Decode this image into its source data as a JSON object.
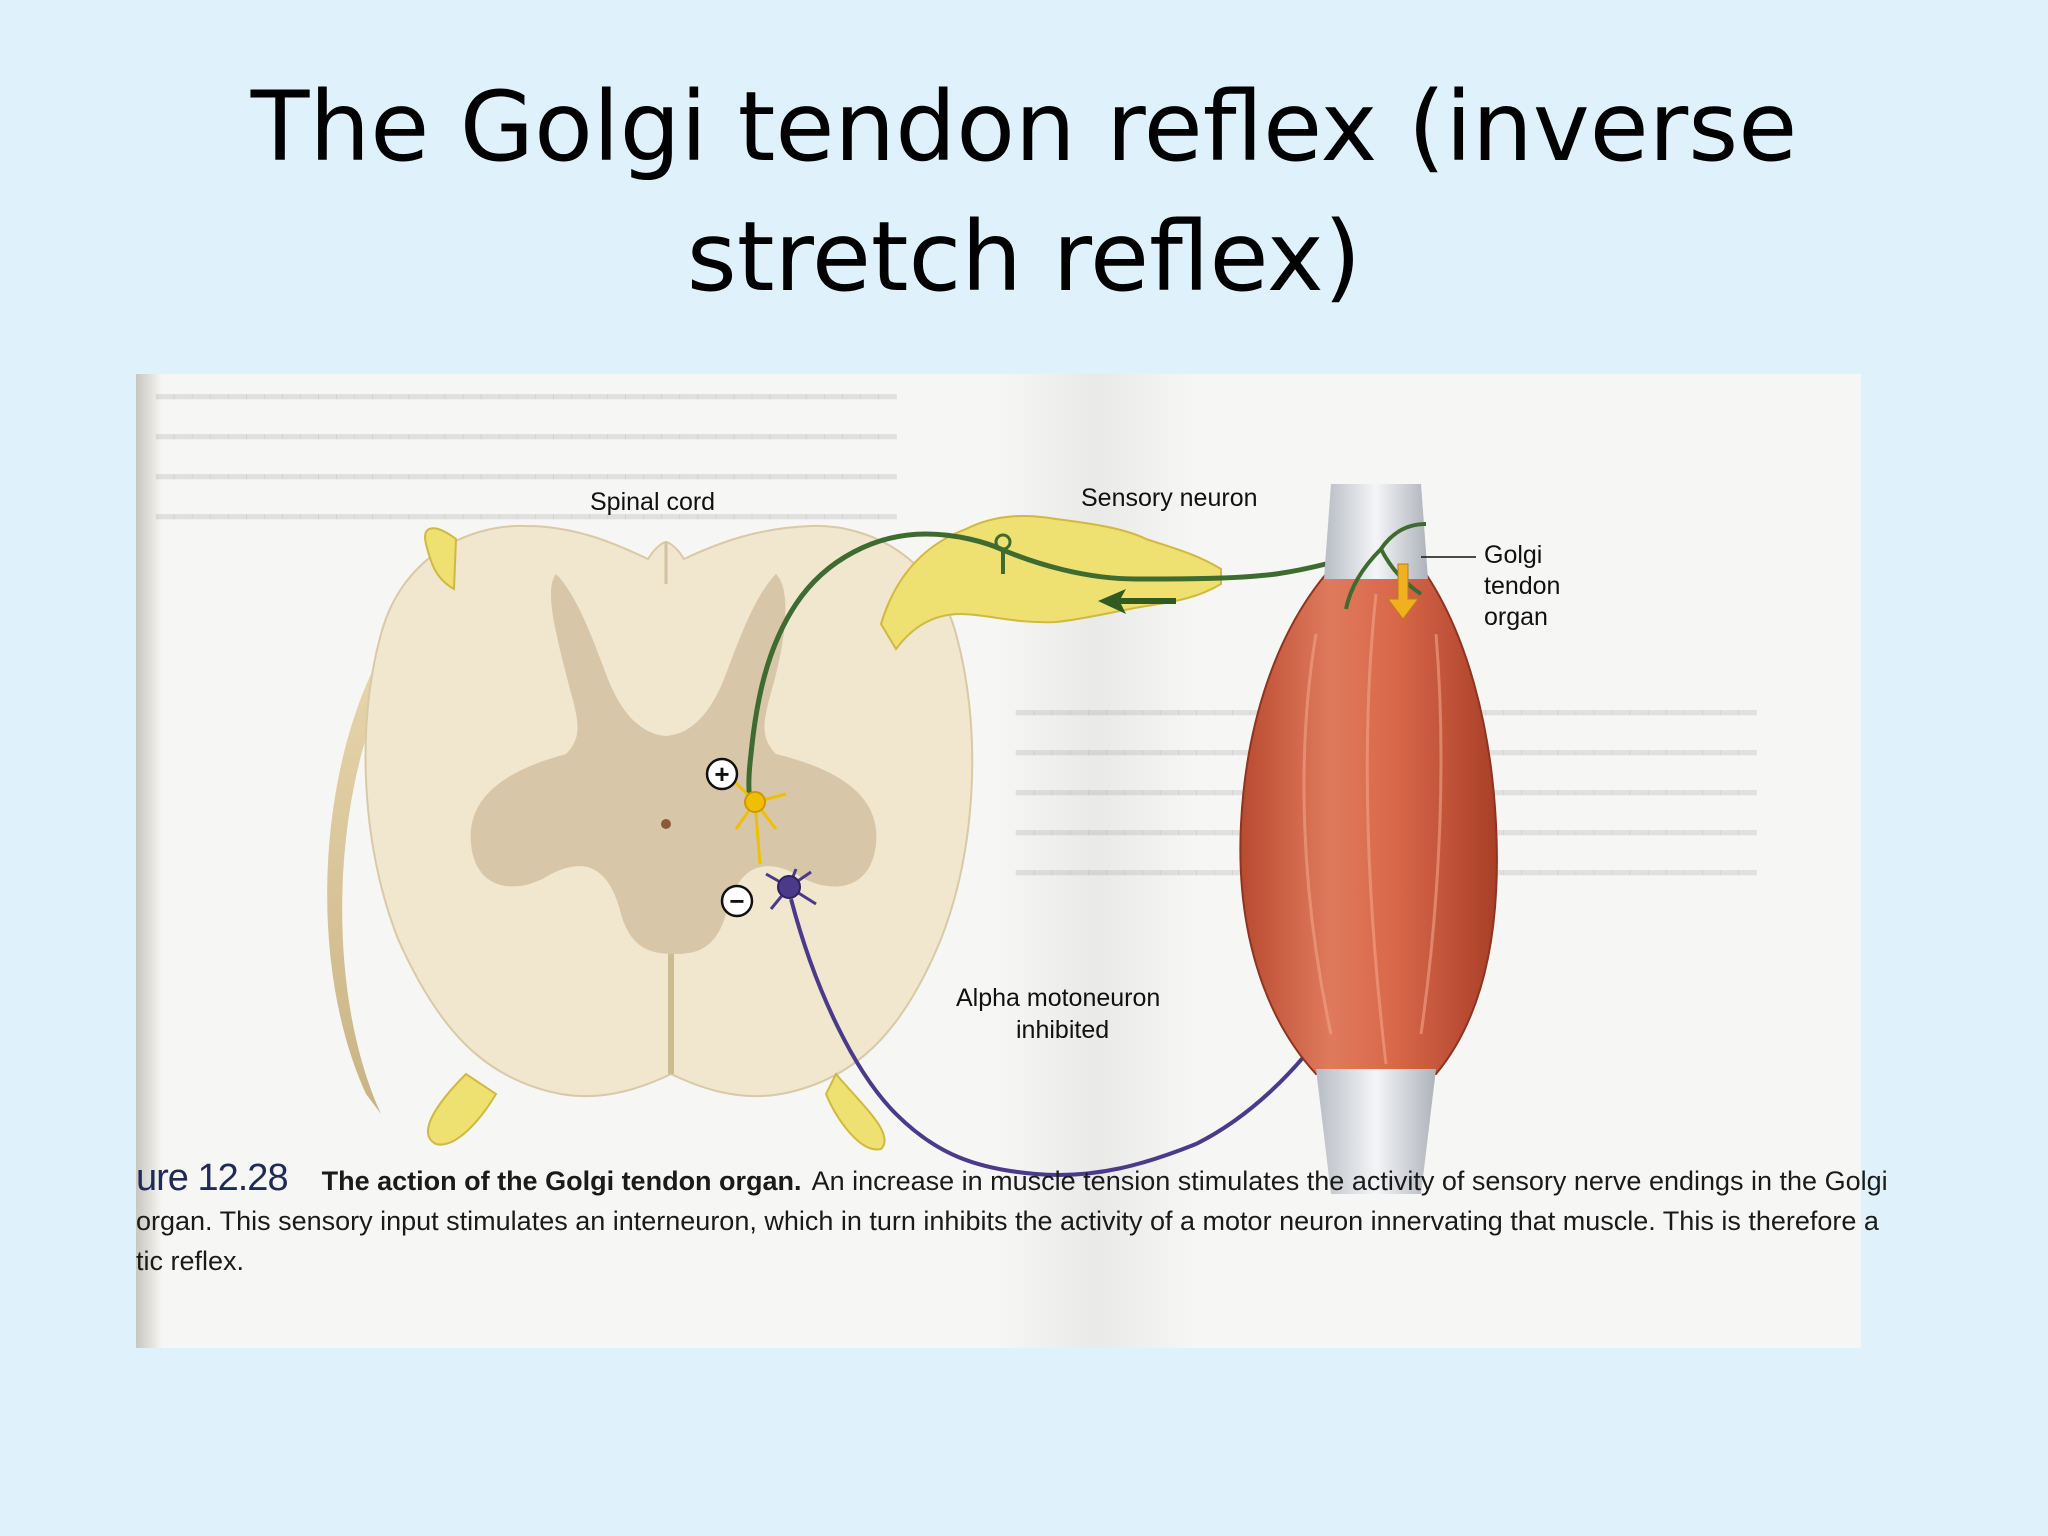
{
  "slide": {
    "title": "The Golgi tendon reflex (inverse stretch reflex)"
  },
  "diagram": {
    "labels": {
      "spinal_cord": "Spinal cord",
      "sensory_neuron": "Sensory neuron",
      "golgi_line1": "Golgi",
      "golgi_line2": "tendon",
      "golgi_line3": "organ",
      "alpha_line1": "Alpha motoneuron",
      "alpha_line2": "inhibited"
    },
    "symbols": {
      "excitatory": "+",
      "inhibitory": "−"
    },
    "colors": {
      "gray_matter": "#d8c6a8",
      "white_matter": "#f1e7cf",
      "dorsal_root": "#efe072",
      "sensory_neuron": "#3e6b2f",
      "interneuron": "#f0c000",
      "motor_neuron": "#4b3a8a",
      "muscle": "#d9684a",
      "tendon": "#e4e6ea"
    }
  },
  "caption": {
    "figure_number": "ure 12.28",
    "figure_title": "The action of the Golgi tendon organ.",
    "line1_text": "An increase in muscle tension stimulates the activity of sensory nerve endings in the Golgi",
    "line2_text": "organ. This sensory input stimulates an interneuron, which in turn inhibits the activity of a motor neuron innervating that muscle. This is therefore a",
    "line3_text": "tic reflex."
  }
}
